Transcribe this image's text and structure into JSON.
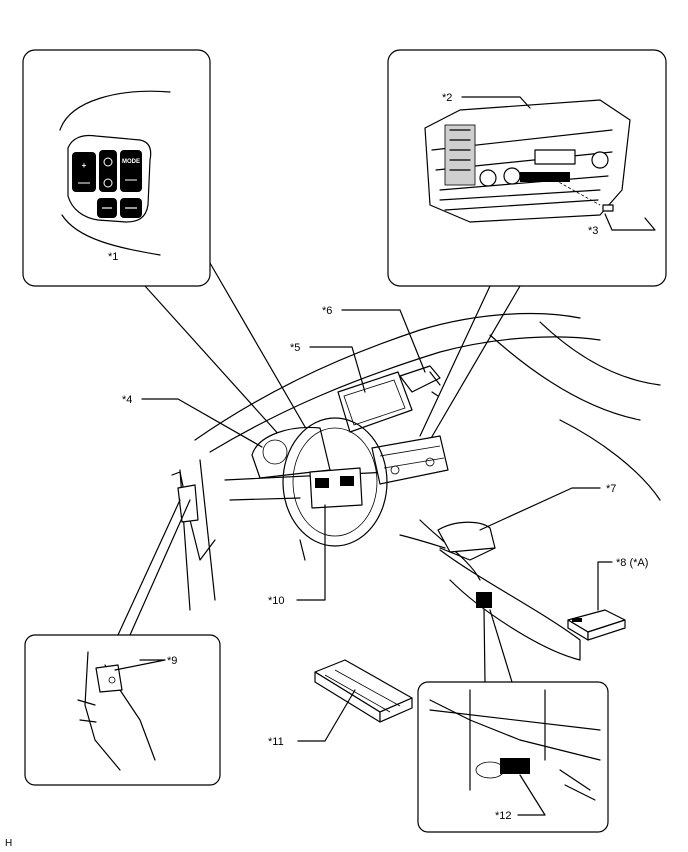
{
  "callouts": {
    "c1": "*1",
    "c2": "*2",
    "c3": "*3",
    "c4": "*4",
    "c5": "*5",
    "c6": "*6",
    "c7": "*7",
    "c8": "*8 (*A)",
    "c9": "*9",
    "c10": "*10",
    "c11": "*11",
    "c12": "*12"
  },
  "switch_buttons": {
    "plus": "+",
    "mode": "MODE"
  },
  "corner_mark": "H"
}
